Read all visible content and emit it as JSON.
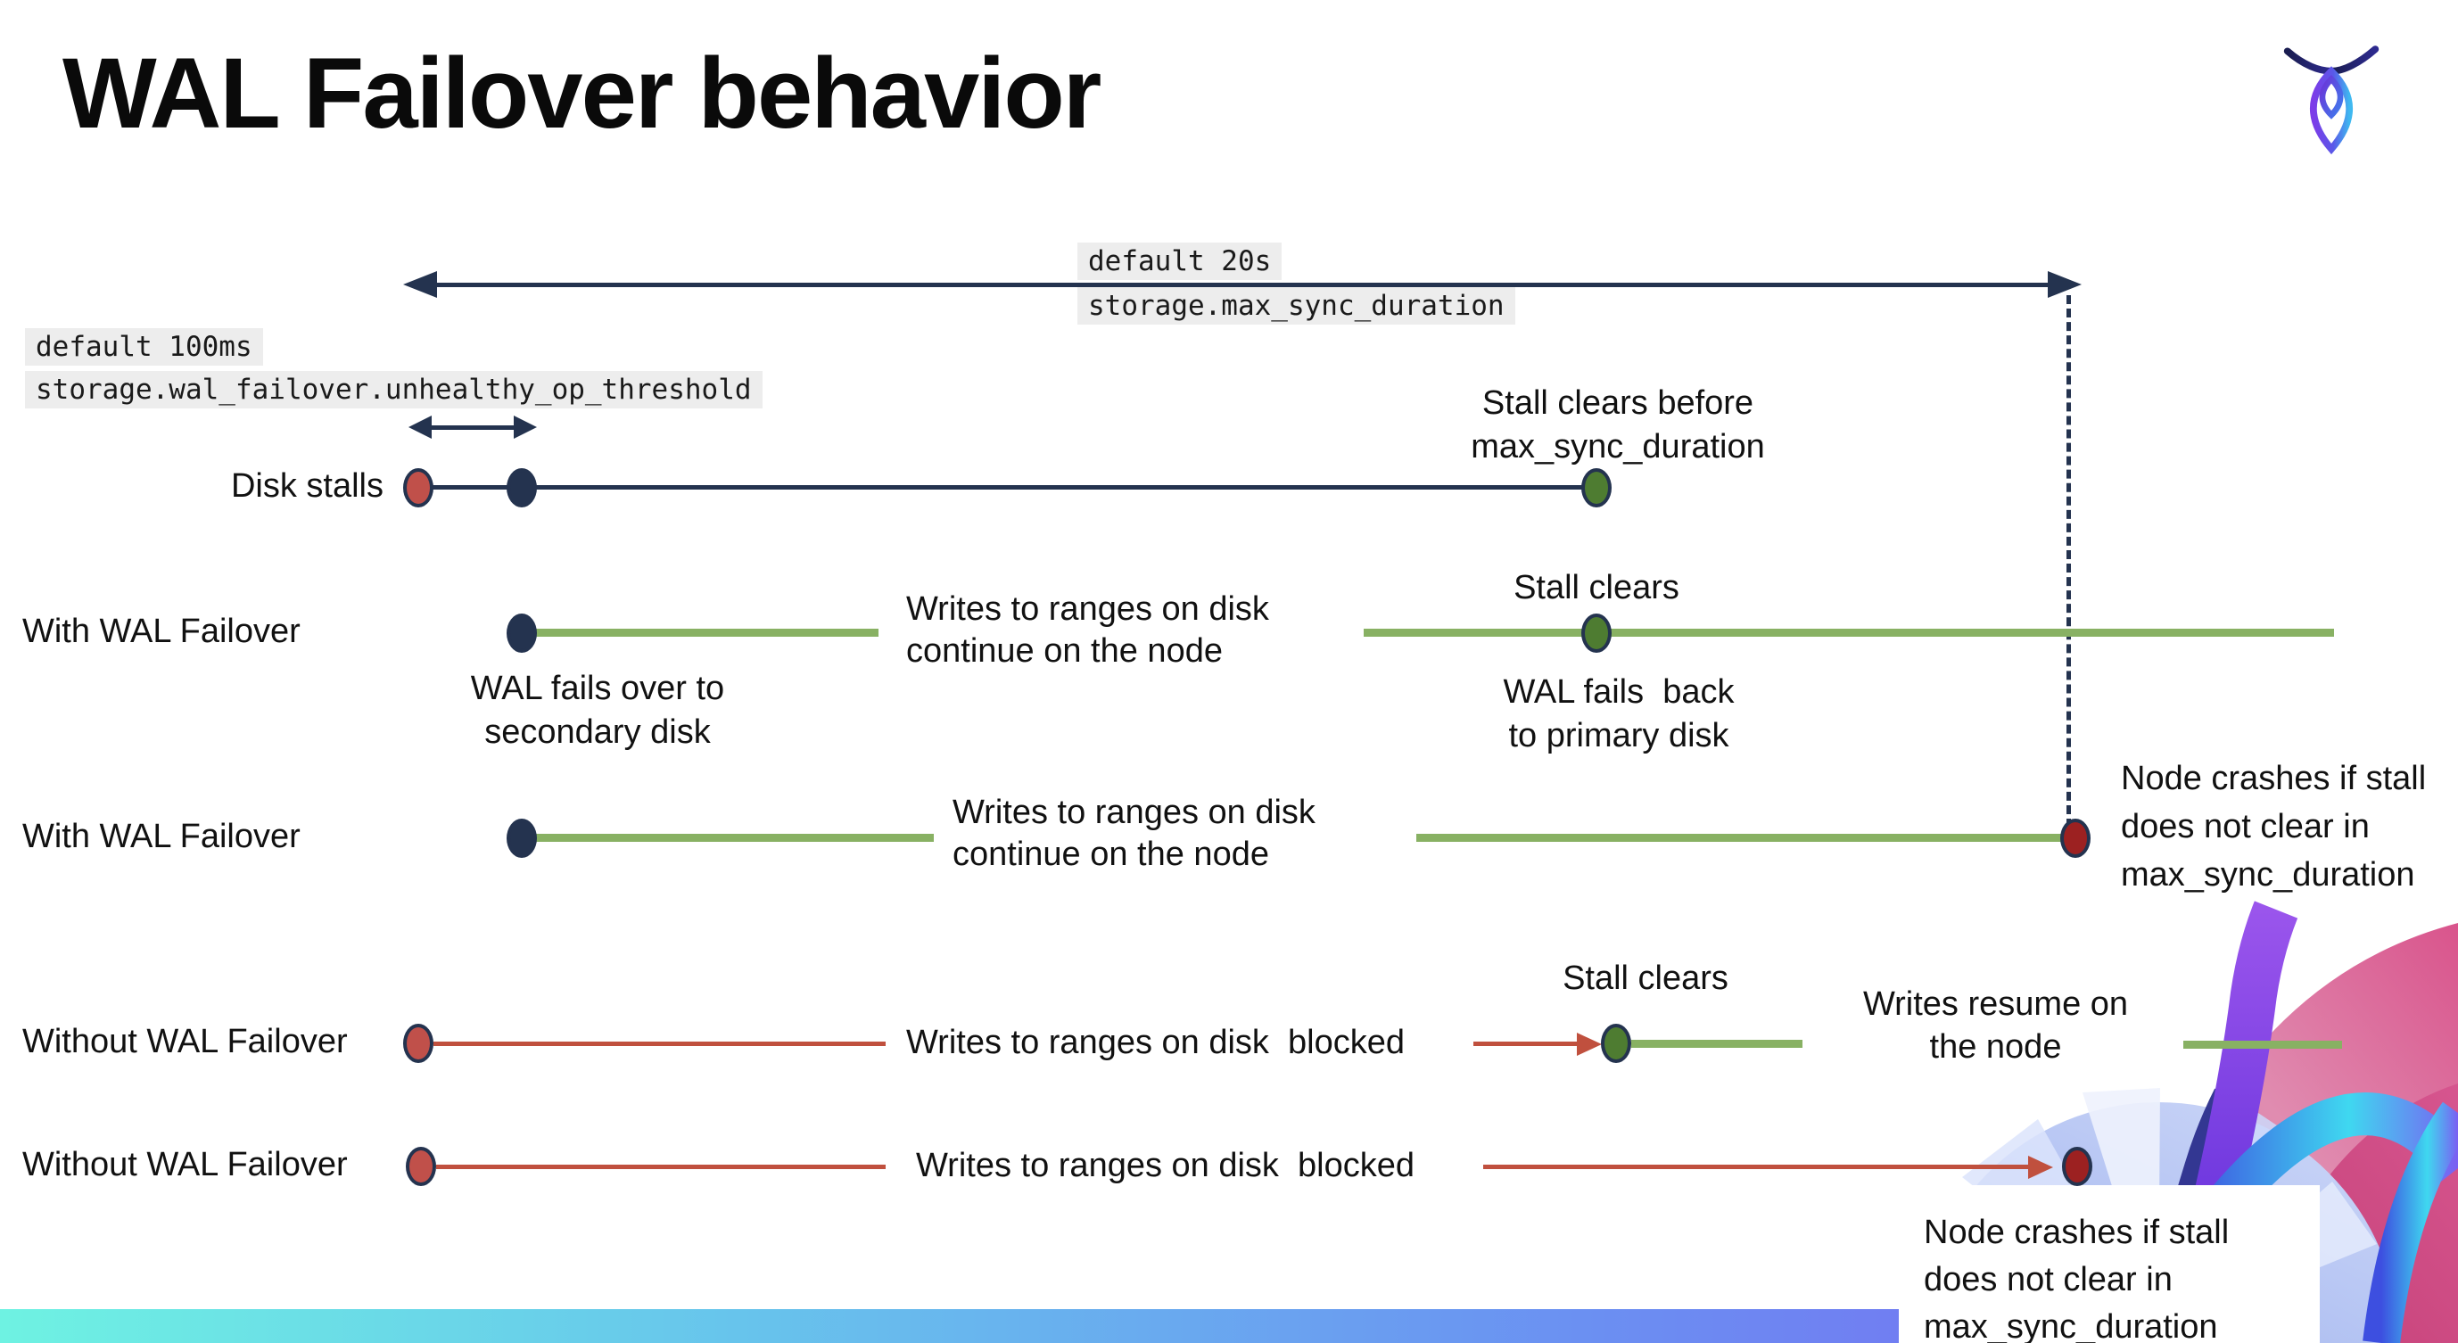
{
  "title": "WAL Failover behavior",
  "logo": {
    "name": "cockroachdb-logo"
  },
  "colors": {
    "navy": "#24334f",
    "line_green": "#88b163",
    "dot_green": "#4e7c31",
    "dot_red": "#c0504a",
    "dot_dark_red": "#9c2121",
    "line_red": "#c0503e",
    "code_bg": "#ededed",
    "bar_gradient": [
      "#6ef2e2",
      "#67c4ec",
      "#6b8ff2",
      "#7a5ff2"
    ]
  },
  "annotations": {
    "max_sync_duration": {
      "default_line": "default 20s",
      "setting_line": "storage.max_sync_duration"
    },
    "unhealthy_op_threshold": {
      "default_line": "default 100ms",
      "setting_line": "storage.wal_failover.unhealthy_op_threshold"
    }
  },
  "row_labels": {
    "disk_stalls": "Disk stalls",
    "with_wal_1": "With WAL Failover",
    "with_wal_2": "With WAL Failover",
    "without_wal_1": "Without WAL Failover",
    "without_wal_2": "Without WAL Failover"
  },
  "callouts": {
    "stall_clears_before": {
      "line1": "Stall clears before",
      "line2": "max_sync_duration"
    },
    "writes_continue": {
      "line1": "Writes to ranges on disk",
      "line2": "continue on the node"
    },
    "stall_clears": "Stall clears",
    "wal_fails_over": {
      "line1": "WAL fails over to",
      "line2": "secondary disk"
    },
    "wal_fails_back": {
      "line1": "WAL fails  back",
      "line2": "to primary disk"
    },
    "node_crashes": {
      "line1": "Node crashes if stall",
      "line2": "does not clear in",
      "line3": "max_sync_duration"
    },
    "writes_blocked": "Writes to ranges on disk  blocked",
    "writes_resume": {
      "line1": "Writes resume on",
      "line2": "the node"
    }
  }
}
